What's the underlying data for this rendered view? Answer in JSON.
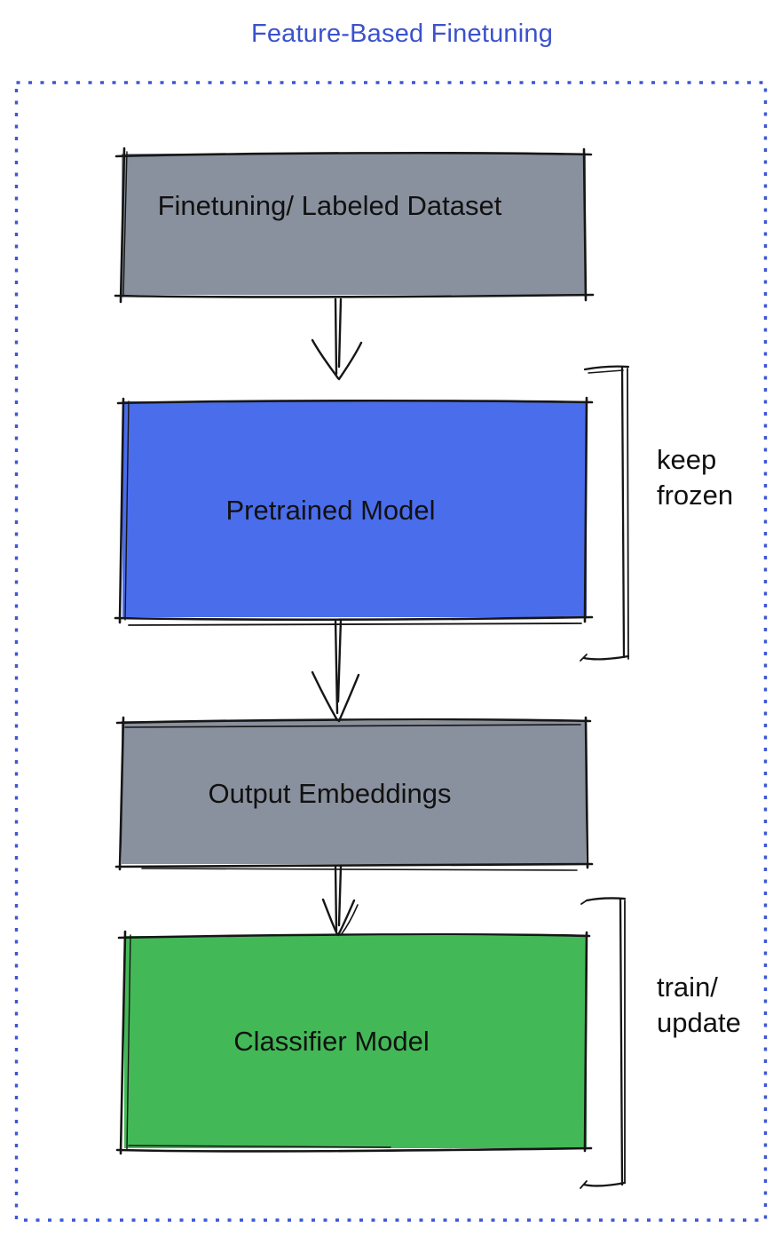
{
  "title": "Feature-Based Finetuning",
  "colors": {
    "title_blue": "#3B52CB",
    "frame_blue": "#3D57D5",
    "gray_fill": "#8A919E",
    "blue_fill": "#4A6DEC",
    "green_fill": "#43B857",
    "sketch_stroke": "#161616",
    "label_text": "#111111"
  },
  "diagram": {
    "type": "flowchart",
    "nodes": [
      {
        "id": "finetuning-dataset",
        "label": "Finetuning/ Labeled Dataset",
        "fill_color": "#8A919E"
      },
      {
        "id": "pretrained-model",
        "label": "Pretrained Model",
        "fill_color": "#4A6DEC"
      },
      {
        "id": "output-embeddings",
        "label": "Output Embeddings",
        "fill_color": "#8A919E"
      },
      {
        "id": "classifier-model",
        "label": "Classifier Model",
        "fill_color": "#43B857"
      }
    ],
    "edges": [
      {
        "from": "Finetuning/ Labeled Dataset",
        "to": "Pretrained Model"
      },
      {
        "from": "Pretrained Model",
        "to": "Output Embeddings"
      },
      {
        "from": "Output Embeddings",
        "to": "Classifier Model"
      }
    ],
    "annotations": [
      {
        "target": "Pretrained Model",
        "lines": [
          "keep",
          "frozen"
        ]
      },
      {
        "target": "Classifier Model",
        "lines": [
          "train/",
          "update"
        ]
      }
    ]
  }
}
